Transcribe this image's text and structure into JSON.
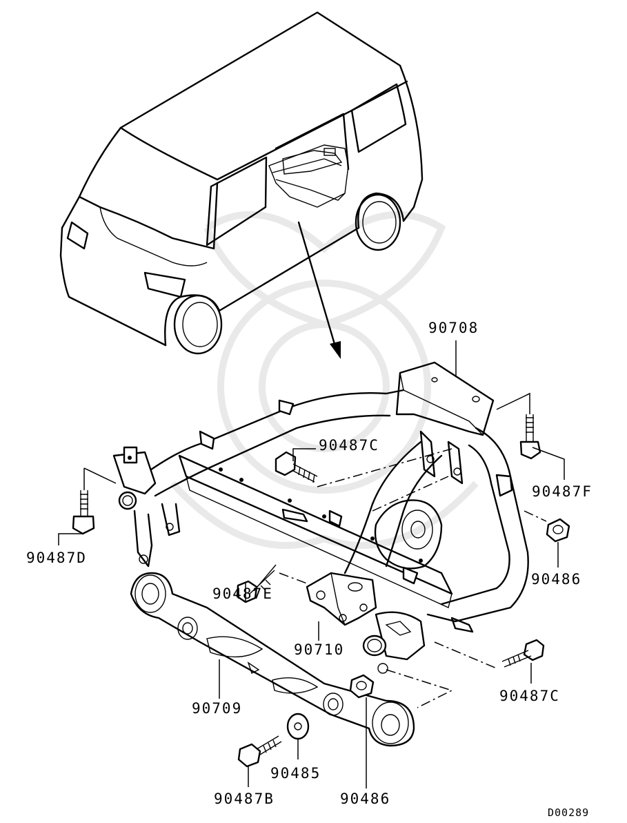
{
  "diagram": {
    "code": "D00289",
    "callouts": [
      {
        "id": "90708",
        "label": "90708"
      },
      {
        "id": "90487C_top",
        "label": "90487C"
      },
      {
        "id": "90487F",
        "label": "90487F"
      },
      {
        "id": "90487D",
        "label": "90487D"
      },
      {
        "id": "90486_right",
        "label": "90486"
      },
      {
        "id": "90487E",
        "label": "90487E"
      },
      {
        "id": "90710",
        "label": "90710"
      },
      {
        "id": "90487C_bottom",
        "label": "90487C"
      },
      {
        "id": "90709",
        "label": "90709"
      },
      {
        "id": "90485",
        "label": "90485"
      },
      {
        "id": "90487B",
        "label": "90487B"
      },
      {
        "id": "90486_bottom",
        "label": "90486"
      }
    ]
  }
}
